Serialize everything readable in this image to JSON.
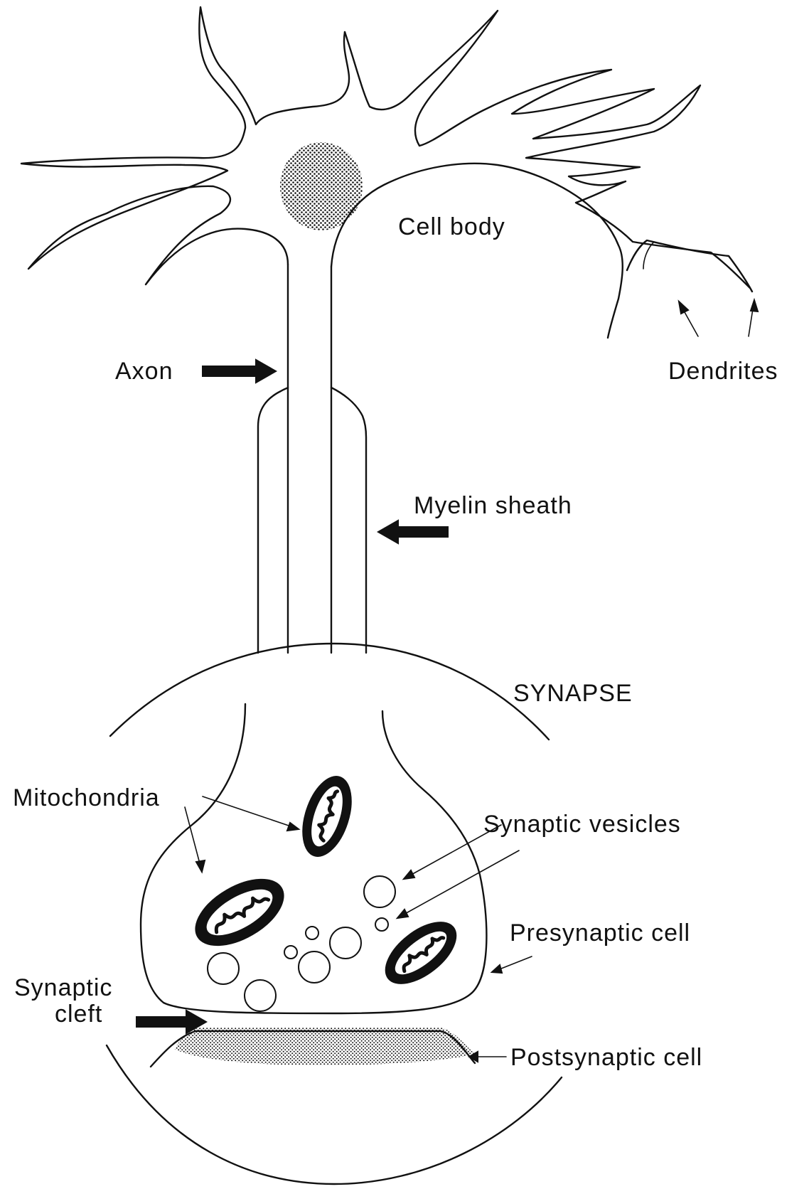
{
  "labels": {
    "cell_body": "Cell body",
    "axon": "Axon",
    "dendrites": "Dendrites",
    "myelin_sheath": "Myelin sheath",
    "synapse": "SYNAPSE",
    "mitochondria": "Mitochondria",
    "synaptic_vesicles": "Synaptic vesicles",
    "presynaptic_cell": "Presynaptic cell",
    "synaptic_cleft_line1": "Synaptic",
    "synaptic_cleft_line2": "cleft",
    "postsynaptic_cell": "Postsynaptic cell"
  },
  "colors": {
    "ink": "#111111",
    "paper": "#ffffff"
  }
}
